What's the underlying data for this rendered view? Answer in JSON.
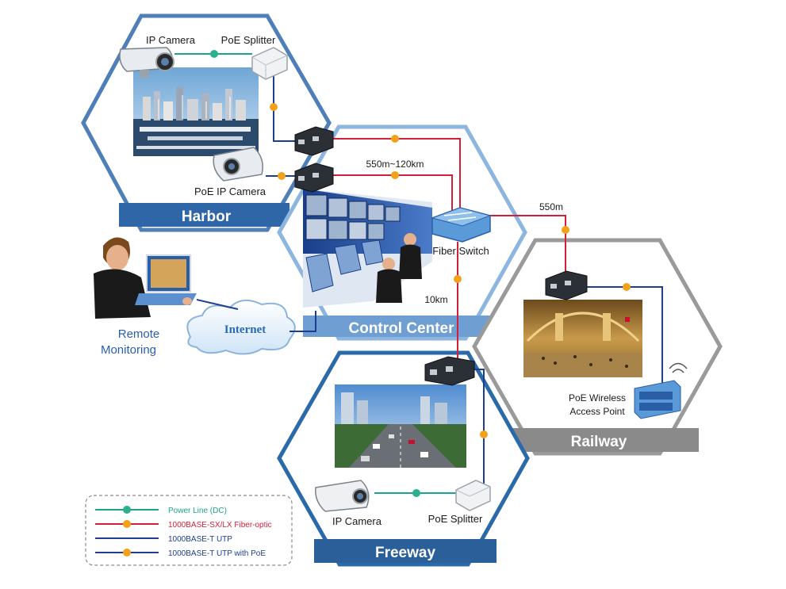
{
  "colors": {
    "power_line": "#1aa58a",
    "fiber": "#d3203a",
    "utp": "#1c3f8f",
    "utp_poe": "#1c3f8f",
    "node_orange": "#f2a21a",
    "node_green": "#2bb08f",
    "hex_blue_border": "#4f7fb8",
    "hex_band_blue": "#2f66a8",
    "hex_gray_border": "#9a9a9a",
    "hex_band_gray": "#8a8a8a"
  },
  "zones": {
    "harbor": {
      "label": "Harbor"
    },
    "control_center": {
      "label": "Control Center"
    },
    "railway": {
      "label": "Railway"
    },
    "freeway": {
      "label": "Freeway"
    }
  },
  "labels": {
    "harbor_ip_camera": "IP Camera",
    "harbor_poe_splitter": "PoE Splitter",
    "harbor_poe_ip_camera": "PoE IP Camera",
    "distance_fiber_long": "550m~120km",
    "distance_railway": "550m",
    "distance_freeway": "10km",
    "fiber_switch": "Fiber Switch",
    "internet": "Internet",
    "remote_monitoring_line1": "Remote",
    "remote_monitoring_line2": "Monitoring",
    "poe_wireless_line1": "PoE Wireless",
    "poe_wireless_line2": "Access Point",
    "freeway_ip_camera": "IP Camera",
    "freeway_poe_splitter": "PoE Splitter"
  },
  "legend": [
    {
      "label": "Power Line (DC)",
      "color": "#1aa58a",
      "node": "#2bb08f"
    },
    {
      "label": "1000BASE-SX/LX Fiber-optic",
      "color": "#d3203a",
      "node": "#f2a21a"
    },
    {
      "label": "1000BASE-T UTP",
      "color": "#1c3f8f",
      "node": null
    },
    {
      "label": "1000BASE-T UTP with PoE",
      "color": "#1c3f8f",
      "node": "#f2a21a"
    }
  ]
}
